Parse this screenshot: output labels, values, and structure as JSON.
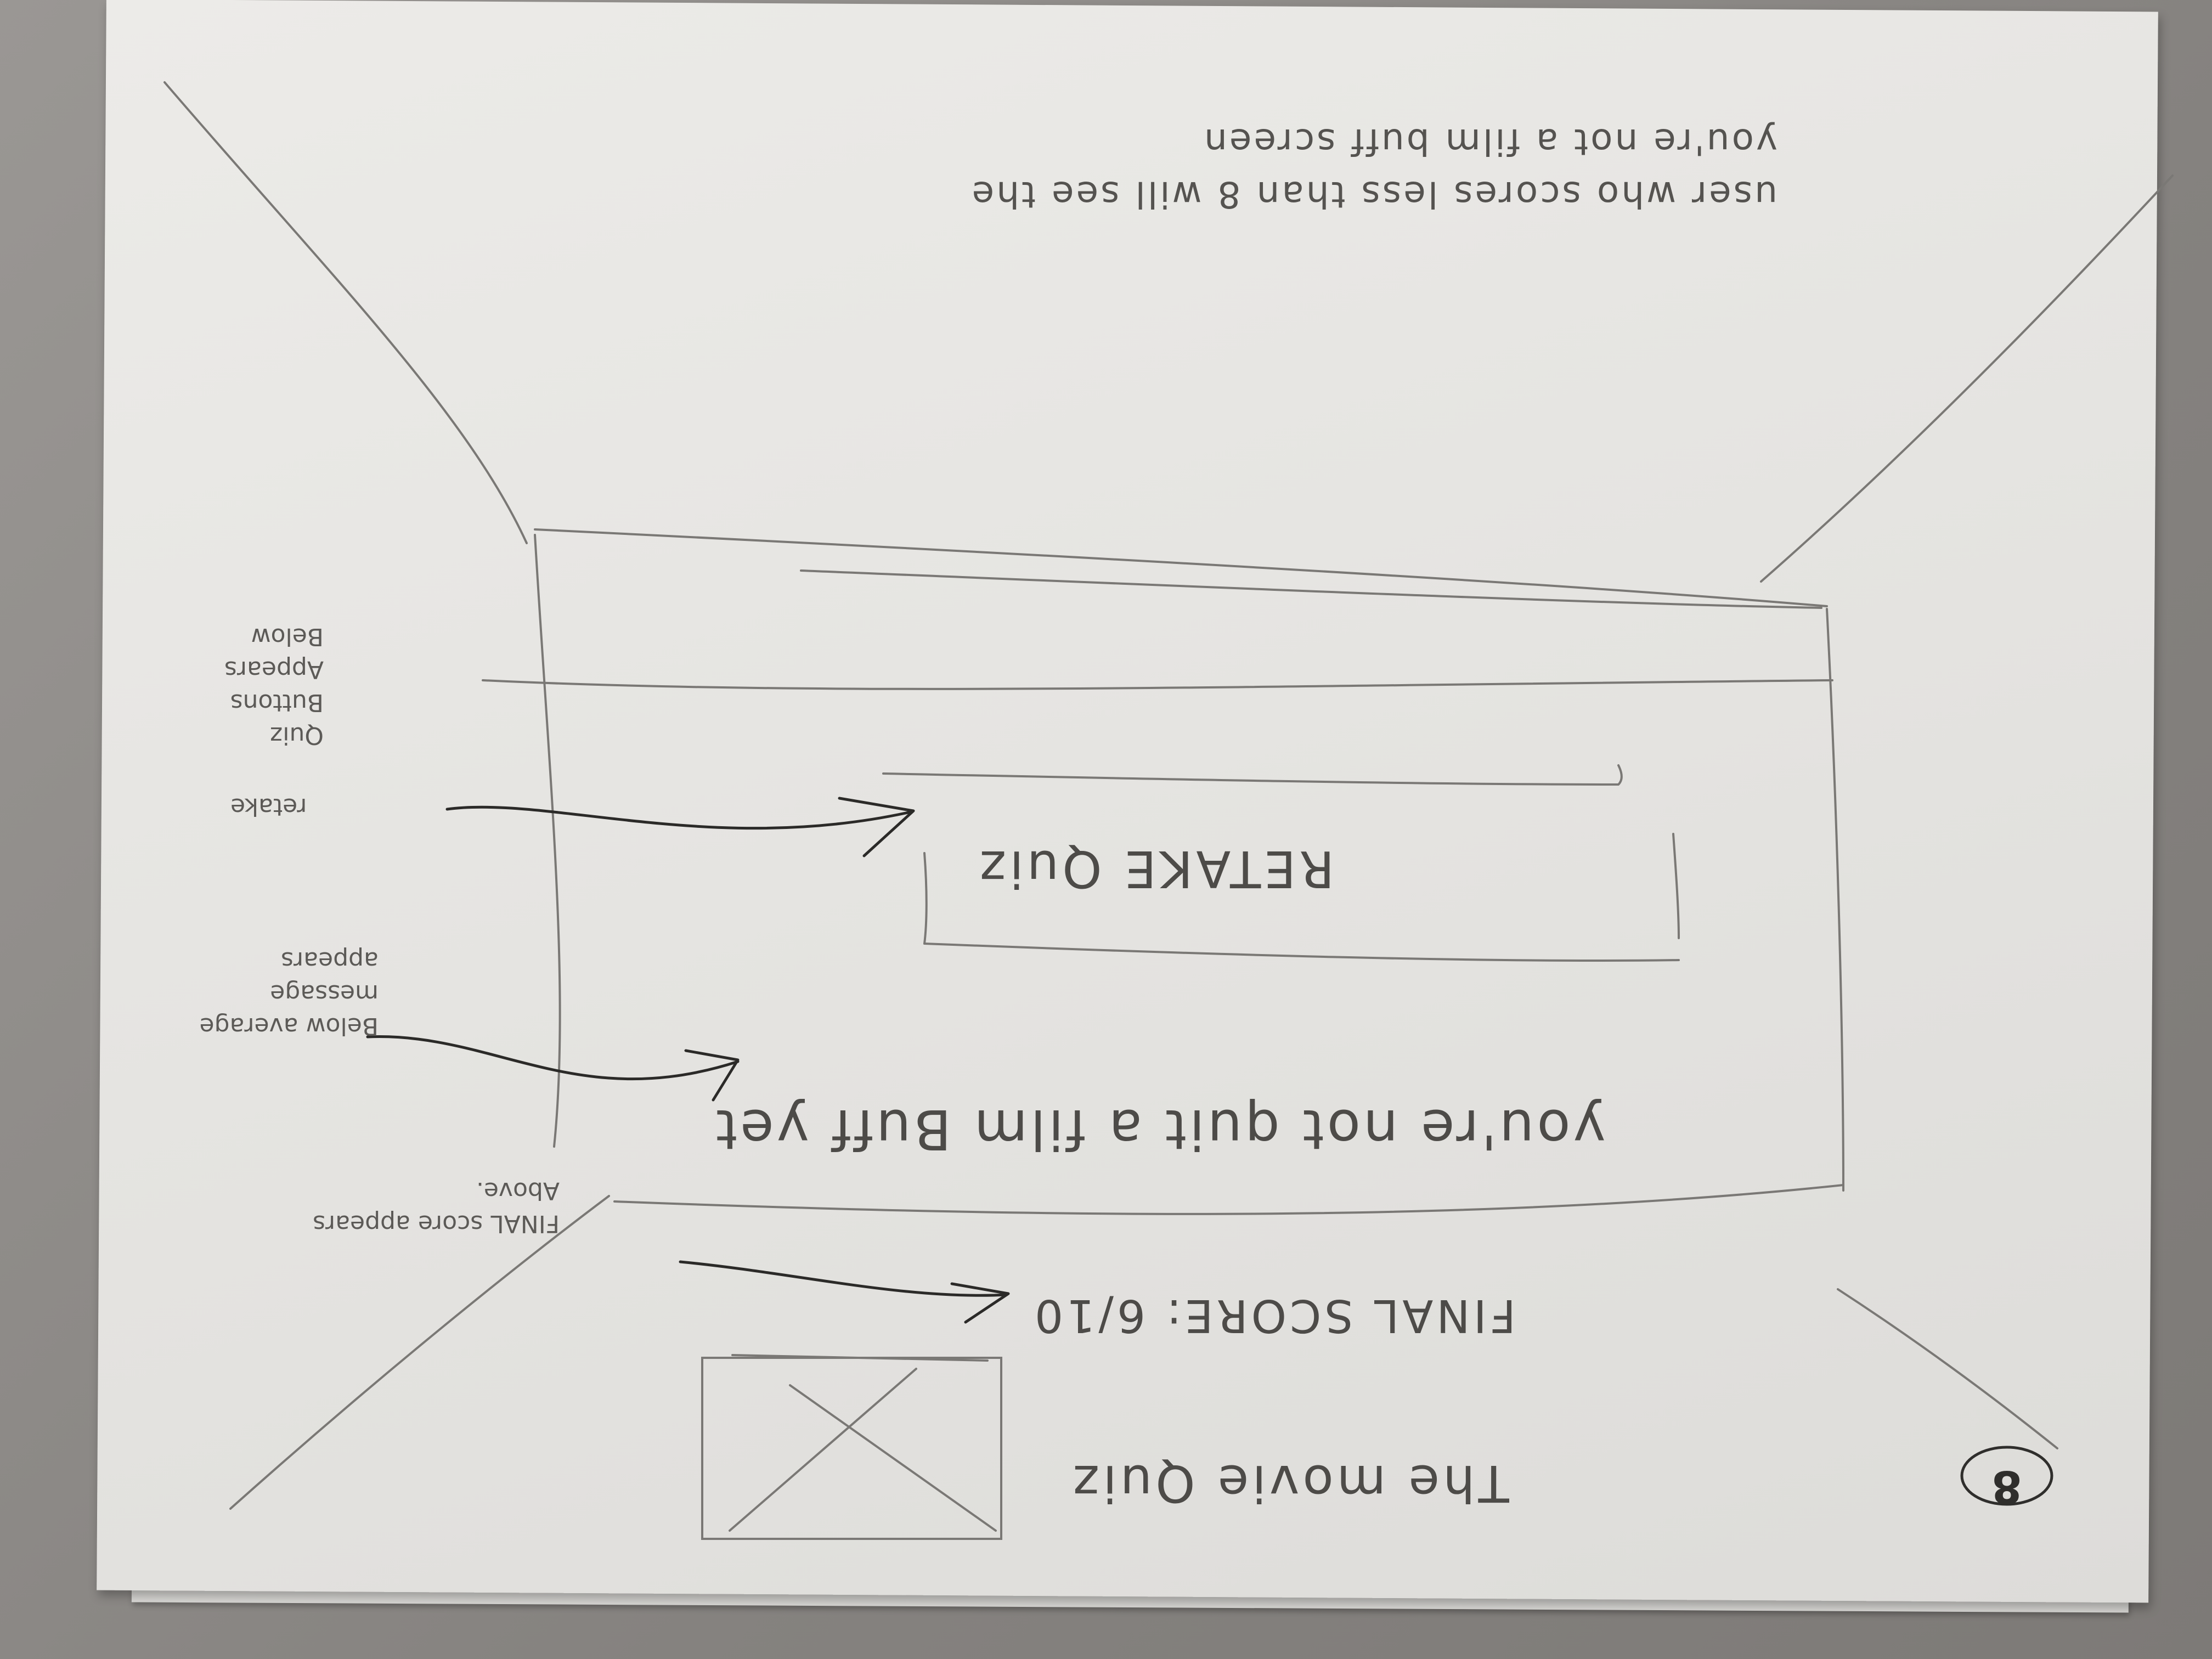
{
  "sketch": {
    "note": "user who scores less than 8 will see the you're not a film buff screen",
    "retake_button_label": "RETAKE Quiz",
    "result_message": "you're not quit a film Buff yet",
    "final_score": "FINAL SCORE: 6/10",
    "title": "The movie Quiz",
    "page_number": "8"
  },
  "annotations": {
    "retake": "retake",
    "retake_buttons": "Quiz Buttons Appears Below",
    "message": "Below average message appears",
    "score": "FINAL score appears Above."
  }
}
